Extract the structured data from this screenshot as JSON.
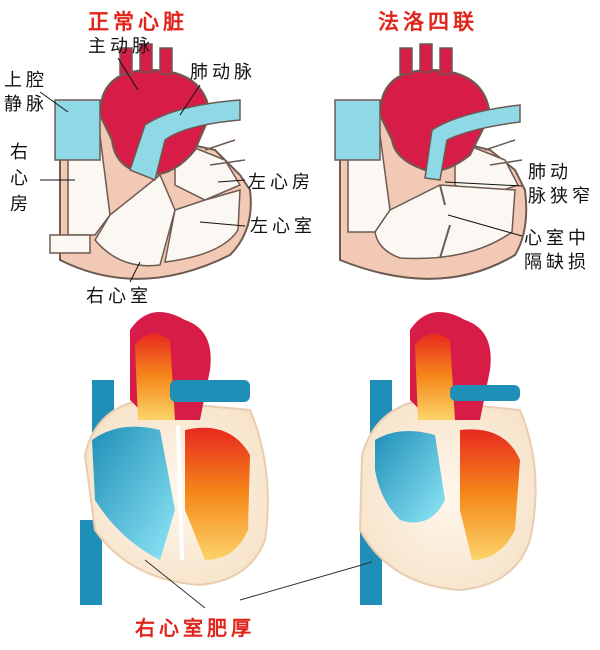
{
  "titles": {
    "normal": "正常心脏",
    "tof": "法洛四联"
  },
  "labels": {
    "aorta": "主动脉",
    "pulmonary_artery": "肺动脉",
    "svc_line1": "上腔",
    "svc_line2": "静脉",
    "right_atrium": "右心房",
    "left_atrium": "左心房",
    "left_ventricle": "左心室",
    "right_ventricle": "右心室",
    "stenosis_line1": "肺动",
    "stenosis_line2": "脉狭窄",
    "vsd_line1": "心室中",
    "vsd_line2": "隔缺损"
  },
  "caption": "右心室肥厚",
  "colors": {
    "title_red": "#e0261c",
    "aorta_red": "#d81c48",
    "vessel_cyan": "#8fd9e6",
    "wall_pink": "#f2c9b4",
    "chamber_white": "#fbf7f2",
    "deep_blue": "#1f8fb8",
    "light_blue": "#74d8f0",
    "heart_orange": "#f59a1e",
    "heart_red": "#cf1020"
  }
}
